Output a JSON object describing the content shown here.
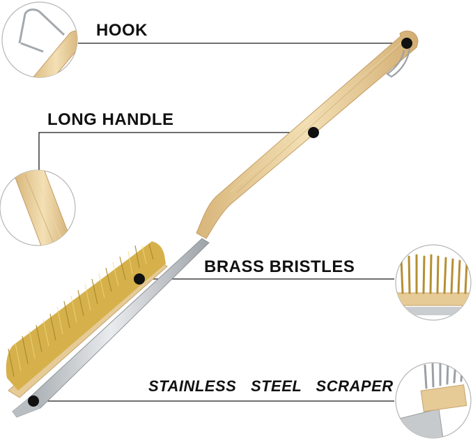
{
  "labels": {
    "hook": "HOOK",
    "long_handle": "LONG HANDLE",
    "brass_bristles": "BRASS BRISTLES",
    "scraper": "STAINLESS STEEL SCRAPER"
  },
  "colors": {
    "wood_light": "#f0dcae",
    "wood_mid": "#e2c48e",
    "wood_dark": "#c9a46a",
    "brass": "#d9b64a",
    "brass_dark": "#a9862b",
    "steel": "#c9cdd0",
    "steel_dark": "#8e9398",
    "line": "#1a1a1a",
    "circle_border": "#b5b5b5"
  }
}
